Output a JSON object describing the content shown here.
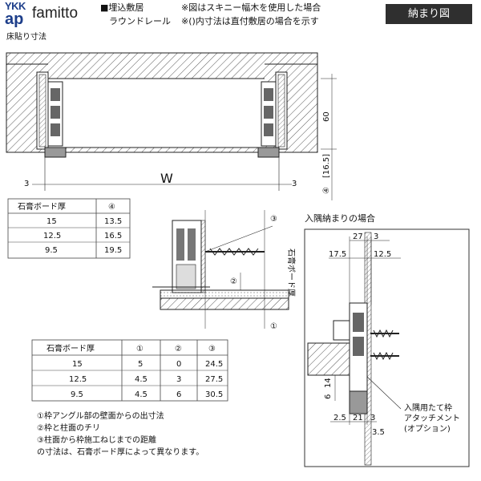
{
  "brand": {
    "logo_top": "YKK",
    "logo_bottom": "ap",
    "name": "famitto"
  },
  "header": {
    "product_line1": "■埋込敷居",
    "product_line2": "ラウンドレール",
    "note1": "※図はスキニー幅木を使用した場合",
    "note2": "※()内寸法は直付敷居の場合を示す",
    "tag": "納まり図",
    "subtitle": "床貼り寸法"
  },
  "top_view": {
    "dim_left": "3",
    "dim_right": "3",
    "dim_width": "W",
    "dim_height": "60",
    "dim_step": "[16.5]",
    "circle_label": "④"
  },
  "table1": {
    "headers": [
      "石膏ボード厚",
      "④"
    ],
    "rows": [
      [
        "15",
        "13.5"
      ],
      [
        "12.5",
        "16.5"
      ],
      [
        "9.5",
        "19.5"
      ]
    ]
  },
  "table2": {
    "headers": [
      "石膏ボード厚",
      "①",
      "②",
      "③"
    ],
    "rows": [
      [
        "15",
        "5",
        "0",
        "24.5"
      ],
      [
        "12.5",
        "4.5",
        "3",
        "27.5"
      ],
      [
        "9.5",
        "4.5",
        "6",
        "30.5"
      ]
    ]
  },
  "middle_view": {
    "circle3": "③",
    "circle2": "②",
    "circle1": "①",
    "board_label": "石膏ボード厚"
  },
  "notes": [
    "①枠アングル部の壁面からの出寸法",
    "②枠と柱面のチリ",
    "③柱面から枠施工ねじまでの距離",
    "の寸法は、石膏ボード厚によって異なります。"
  ],
  "corner_view": {
    "title": "入隅納まりの場合",
    "dim_27": "27",
    "dim_3_top": "3",
    "dim_175": "17.5",
    "dim_125": "12.5",
    "dim_14": "14",
    "dim_6": "6",
    "dim_25": "2.5",
    "dim_21": "21",
    "dim_3_bottom": "3",
    "dim_35": "3.5",
    "callout": [
      "入隅用たて枠",
      "アタッチメント",
      "(オプション)"
    ]
  }
}
